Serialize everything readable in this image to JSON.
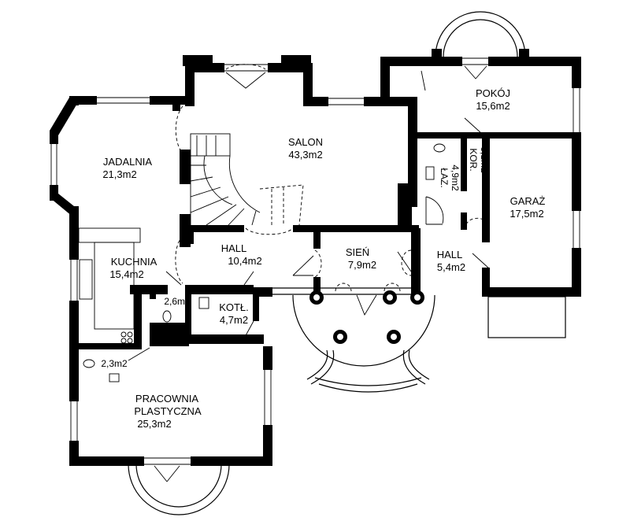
{
  "rooms": {
    "jadalnia": {
      "name": "JADALNIA",
      "area": "21,3m2"
    },
    "salon": {
      "name": "SALON",
      "area": "43,3m2"
    },
    "pokoj": {
      "name": "POKÓJ",
      "area": "15,6m2"
    },
    "kuchnia": {
      "name": "KUCHNIA",
      "area": "15,4m2"
    },
    "hall_main": {
      "name": "HALL",
      "area": "10,4m2"
    },
    "sien": {
      "name": "SIEŃ",
      "area": "7,9m2"
    },
    "hall_small": {
      "name": "HALL",
      "area": "5,4m2"
    },
    "lazienka": {
      "name": "ŁAZ.",
      "area": "4,9m2"
    },
    "korytarz": {
      "name": "KOR.",
      "area": "3,1m2"
    },
    "garaz": {
      "name": "GARAŻ",
      "area": "17,5m2"
    },
    "wc1": {
      "area": "2,6m2"
    },
    "kotlownia": {
      "name": "KOTŁ.",
      "area": "4,7m2"
    },
    "wc2": {
      "area": "2,3m2"
    },
    "pracownia": {
      "name_line1": "PRACOWNIA",
      "name_line2": "PLASTYCZNA",
      "area": "25,3m2"
    }
  }
}
